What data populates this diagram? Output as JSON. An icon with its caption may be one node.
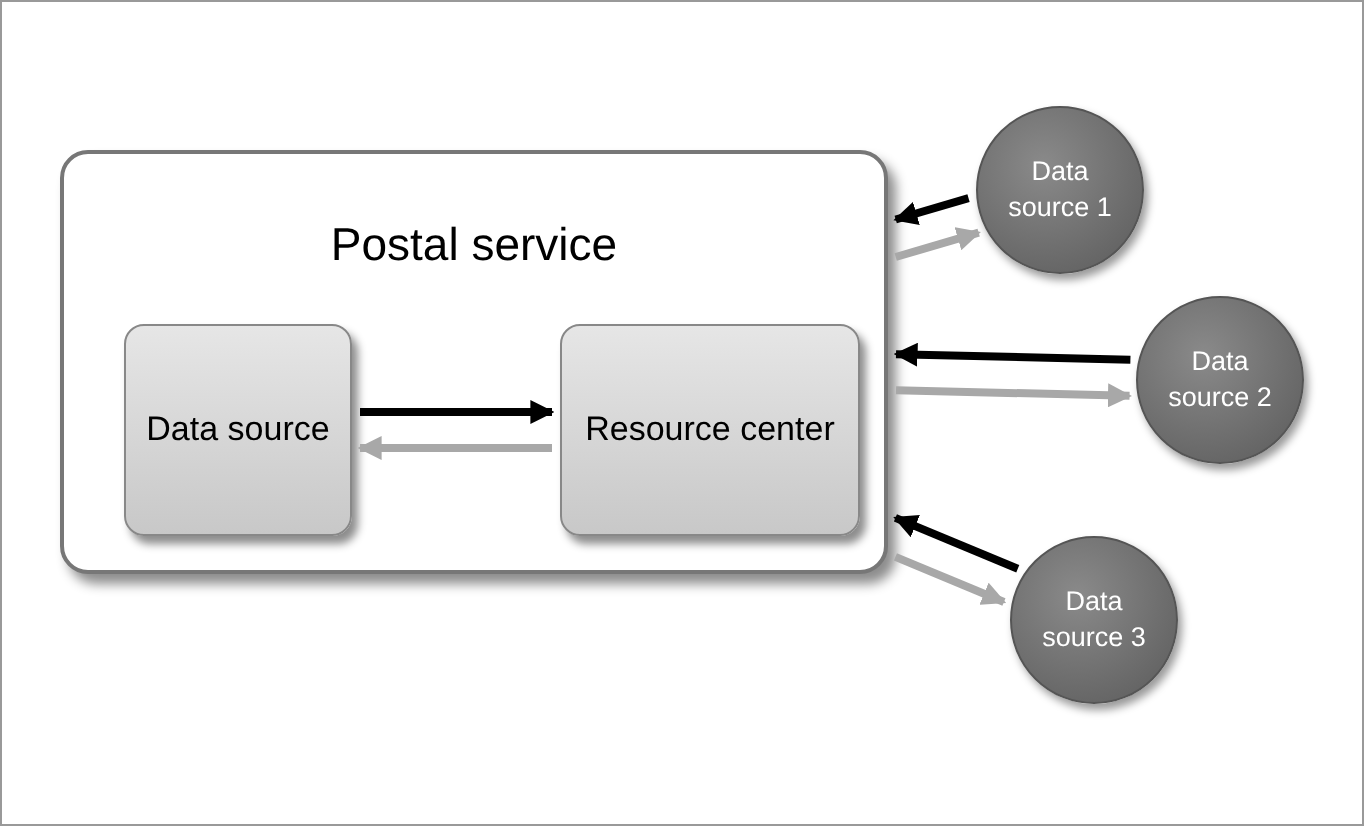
{
  "diagram": {
    "nodes": [
      {
        "text": [
          "Postal service"
        ]
      },
      {
        "text": [
          "Data source"
        ],
        "in": 0
      },
      {
        "text": [
          "Resource center"
        ],
        "in": 0
      },
      {
        "text": [
          "Data source 1"
        ]
      },
      {
        "text": [
          "Data source 2"
        ]
      },
      {
        "text": [
          "Data source 3"
        ]
      }
    ],
    "edges": [
      {
        "from": 1,
        "to": 2,
        "arrow": "to"
      },
      {
        "from": 2,
        "to": 1,
        "arrow": "to",
        "color": "#a8a8a8"
      },
      {
        "from": 3,
        "to": 0,
        "arrow": "to"
      },
      {
        "from": 0,
        "to": 3,
        "arrow": "to",
        "color": "#a8a8a8"
      },
      {
        "from": 4,
        "to": 0,
        "arrow": "to"
      },
      {
        "from": 0,
        "to": 4,
        "arrow": "to",
        "color": "#a8a8a8"
      },
      {
        "from": 5,
        "to": 0,
        "arrow": "to"
      },
      {
        "from": 0,
        "to": 5,
        "arrow": "to",
        "color": "#a8a8a8"
      }
    ]
  }
}
